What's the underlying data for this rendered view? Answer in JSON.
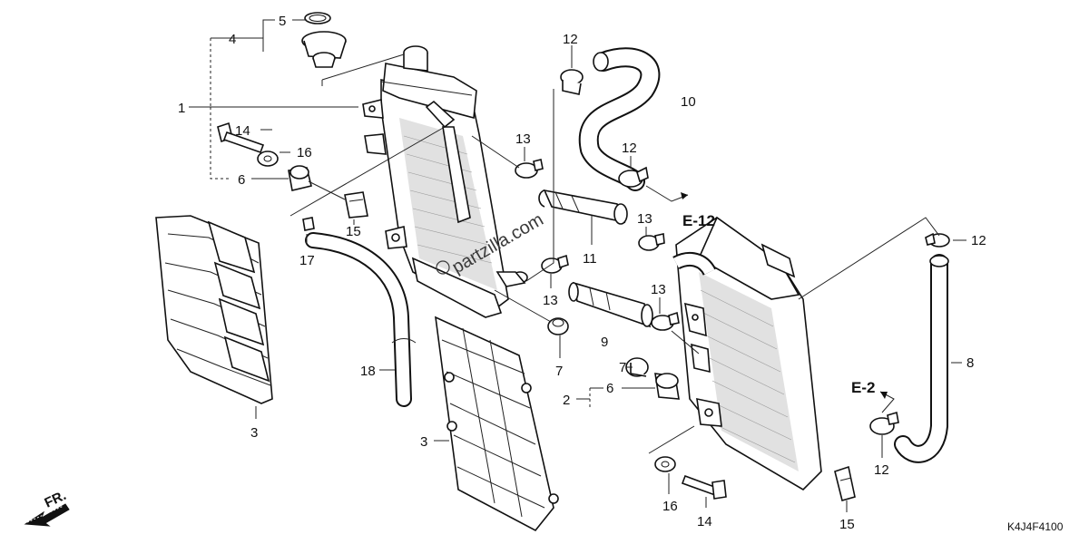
{
  "diagram": {
    "callouts": [
      {
        "id": "c1",
        "label": "1"
      },
      {
        "id": "c4",
        "label": "4"
      },
      {
        "id": "c5",
        "label": "5"
      },
      {
        "id": "c14a",
        "label": "14"
      },
      {
        "id": "c16a",
        "label": "16"
      },
      {
        "id": "c6a",
        "label": "6"
      },
      {
        "id": "c15a",
        "label": "15"
      },
      {
        "id": "c17",
        "label": "17"
      },
      {
        "id": "c3a",
        "label": "3"
      },
      {
        "id": "c18",
        "label": "18"
      },
      {
        "id": "c3b",
        "label": "3"
      },
      {
        "id": "c12a",
        "label": "12"
      },
      {
        "id": "c10",
        "label": "10"
      },
      {
        "id": "c13a",
        "label": "13"
      },
      {
        "id": "c12b",
        "label": "12"
      },
      {
        "id": "c13b",
        "label": "13"
      },
      {
        "id": "c11",
        "label": "11"
      },
      {
        "id": "c13c",
        "label": "13"
      },
      {
        "id": "c13d",
        "label": "13"
      },
      {
        "id": "c9",
        "label": "9"
      },
      {
        "id": "c7a",
        "label": "7"
      },
      {
        "id": "c7b",
        "label": "7"
      },
      {
        "id": "c6b",
        "label": "6"
      },
      {
        "id": "c2",
        "label": "2"
      },
      {
        "id": "c16b",
        "label": "16"
      },
      {
        "id": "c14b",
        "label": "14"
      },
      {
        "id": "c15b",
        "label": "15"
      },
      {
        "id": "c12c",
        "label": "12"
      },
      {
        "id": "c8",
        "label": "8"
      },
      {
        "id": "c12d",
        "label": "12"
      }
    ],
    "references": {
      "e12": "E-12",
      "e2": "E-2"
    },
    "direction_label": "FR.",
    "diagram_code": "K4J4F4100",
    "watermark": "partzilla.com"
  }
}
